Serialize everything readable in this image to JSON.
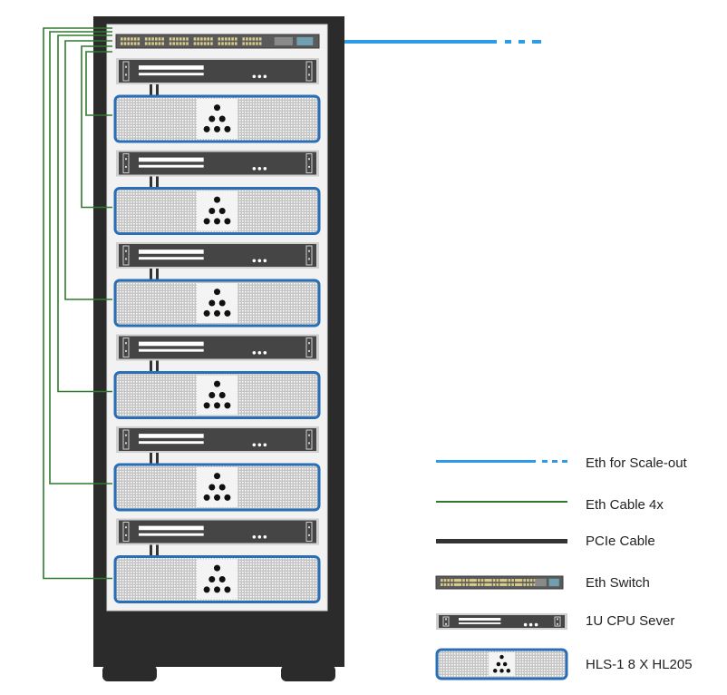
{
  "diagram": {
    "type": "server-rack",
    "rack": {
      "top_device": "Eth Switch",
      "units": [
        {
          "cpu_server": "1U CPU Sever",
          "hls_box": "HLS-1 8XHL205"
        },
        {
          "cpu_server": "1U CPU Sever",
          "hls_box": "HLS-1 8XHL205"
        },
        {
          "cpu_server": "1U CPU Sever",
          "hls_box": "HLS-1 8XHL205"
        },
        {
          "cpu_server": "1U CPU Sever",
          "hls_box": "HLS-1 8XHL205"
        },
        {
          "cpu_server": "1U CPU Sever",
          "hls_box": "HLS-1 8XHL205"
        },
        {
          "cpu_server": "1U CPU Sever",
          "hls_box": "HLS-1 8XHL205"
        }
      ]
    },
    "colors": {
      "eth_scale_out": "#2e9be6",
      "eth_cable_4x": "#2f7a2f",
      "pcie_cable": "#333333",
      "rack_frame": "#2b2b2b",
      "rack_inner": "#f2f2f2",
      "hls_border": "#2a6fb5"
    }
  },
  "legend": {
    "items": [
      {
        "icon": "eth-scale-out-line",
        "label": "Eth for Scale-out"
      },
      {
        "icon": "eth-cable-line",
        "label": "Eth Cable 4x"
      },
      {
        "icon": "pcie-cable-line",
        "label": "PCIe Cable"
      },
      {
        "icon": "eth-switch-icon",
        "label": "Eth Switch"
      },
      {
        "icon": "cpu-server-icon",
        "label": "1U CPU Sever"
      },
      {
        "icon": "hls-box-icon",
        "label": "HLS-1 8 X HL205"
      }
    ]
  }
}
